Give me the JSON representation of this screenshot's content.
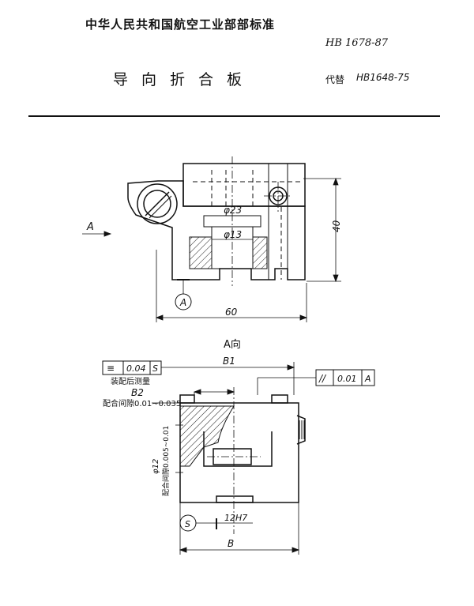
{
  "header": {
    "organization": "中华人民共和国航空工业部部标准",
    "standard_number": "HB 1678-87",
    "title": "导向折合板",
    "replaces_label": "代替",
    "replaces_code": "HB1648-75"
  },
  "drawing": {
    "view_a": {
      "direction_label": "A",
      "dim_phi23": "φ23",
      "dim_phi13": "φ13",
      "dim_height": "40",
      "dim_width": "60",
      "datum_label": "A"
    },
    "view_a_title": "A向",
    "section": {
      "flatness_symbol": "≡",
      "flatness_value": "0.04",
      "flatness_datum": "S",
      "note_mount": "装配后测量",
      "dim_b1": "B1",
      "dim_b2": "B2",
      "fit_gap": "配合间隙0.01~0.035",
      "parallel_symbol": "//",
      "parallel_value": "0.01",
      "parallel_datum": "A",
      "dim_phi12": "φ12",
      "fit_gap_vertical": "配合间隙0.005~0.01",
      "datum_s": "S",
      "dim_12h7": "12H7",
      "dim_b": "B"
    }
  }
}
